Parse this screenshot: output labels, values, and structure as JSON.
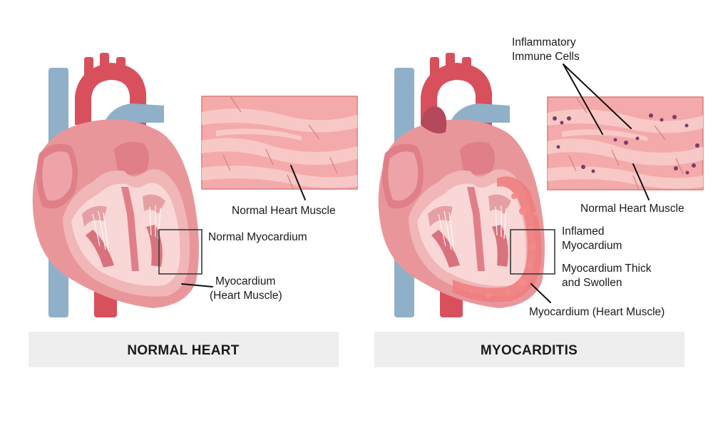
{
  "panels": [
    {
      "caption": "NORMAL HEART",
      "labels": {
        "muscle_tissue": "Normal Heart Muscle",
        "zoom_box": "Normal Myocardium",
        "wall_line1": "Myocardium",
        "wall_line2": "(Heart Muscle)"
      }
    },
    {
      "caption": "MYOCARDITIS",
      "labels": {
        "immune_line1": "Inflammatory",
        "immune_line2": "Immune Cells",
        "muscle_tissue": "Normal Heart Muscle",
        "inflamed_line1": "Inflamed",
        "inflamed_line2": "Myocardium",
        "thick_line1": "Myocardium Thick",
        "thick_line2": "and Swollen",
        "wall": "Myocardium (Heart Muscle)"
      }
    }
  ],
  "colors": {
    "heart_outer": "#e9969b",
    "heart_wall": "#f1b6b7",
    "chamber_inner": "#f9d7d6",
    "artery": "#d8505c",
    "vein": "#8fb0c8",
    "tissue_bg": "#f4aaaa",
    "tissue_fiber": "#f8c8c6",
    "immune_cell": "#7d3c6a",
    "inflamed_wall": "#f07d7d",
    "caption_bg": "#eeeeee"
  }
}
